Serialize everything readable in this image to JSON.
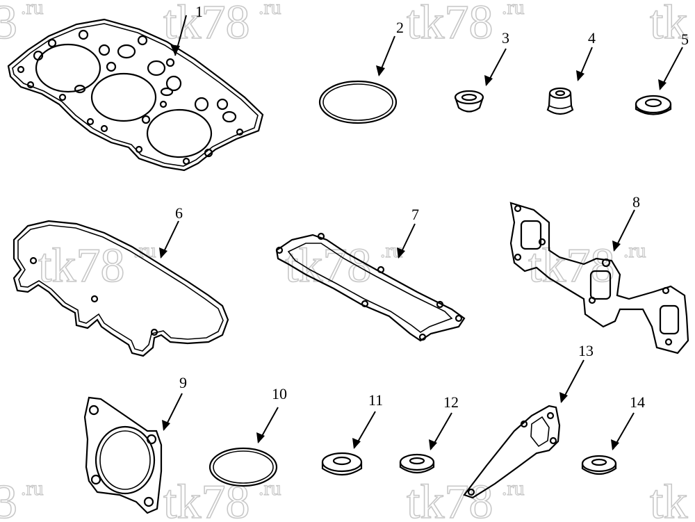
{
  "watermark": {
    "main": "tk78",
    "suffix": ".ru",
    "edge_left": "3",
    "edge_left_suffix": ".ru",
    "edge_right": "tk"
  },
  "callouts": {
    "c1": "1",
    "c2": "2",
    "c3": "3",
    "c4": "4",
    "c5": "5",
    "c6": "6",
    "c7": "7",
    "c8": "8",
    "c9": "9",
    "c10": "10",
    "c11": "11",
    "c12": "12",
    "c13": "13",
    "c14": "14"
  }
}
